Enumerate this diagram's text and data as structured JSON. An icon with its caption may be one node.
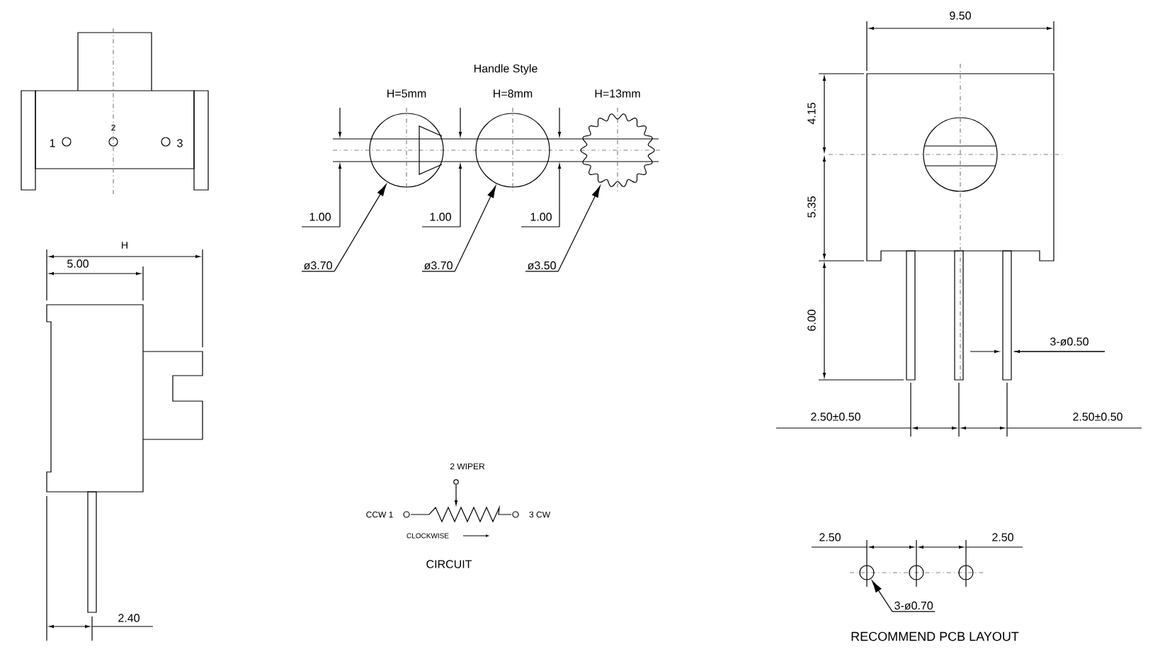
{
  "diagram": {
    "nodes": [
      {
        "text": [
          "ø3.70"
        ]
      },
      {
        "text": [],
        "shape": "circle",
        "beside": [
          "H=5mm"
        ]
      },
      {
        "text": [
          "ø3.70"
        ]
      },
      {
        "text": [],
        "shape": "circle",
        "beside": [
          "H=8mm"
        ]
      },
      {
        "text": [
          "ø3.50"
        ]
      },
      {
        "text": [],
        "shape": "circle",
        "beside": [
          "H=13mm"
        ]
      },
      {
        "text": [
          "3-ø0.70"
        ]
      },
      {
        "text": [],
        "shape": "circle"
      },
      {
        "text": [],
        "shape": "circle"
      },
      {
        "text": [],
        "shape": "circle"
      }
    ],
    "edges": [
      {
        "from": 0,
        "to": 1,
        "arrow": "to"
      },
      {
        "from": 2,
        "to": 3,
        "arrow": "to"
      },
      {
        "from": 4,
        "to": 5,
        "arrow": "to"
      },
      {
        "from": 6,
        "to": 7,
        "arrow": "to"
      }
    ],
    "labels": [
      "1",
      "2",
      "3",
      "Handle Style",
      "9.50",
      "4.15",
      "1.00",
      "1.00",
      "1.00",
      "5.35",
      "H",
      "5.00",
      "6.00",
      "3-ø0.50",
      "2.50±0.50",
      "2.50±0.50",
      "2 WIPER",
      "CCW 1",
      "3 CW",
      "CLOCKWISE",
      "CIRCUIT",
      "2.40",
      "2.50",
      "2.50",
      "RECOMMEND PCB LAYOUT"
    ]
  }
}
